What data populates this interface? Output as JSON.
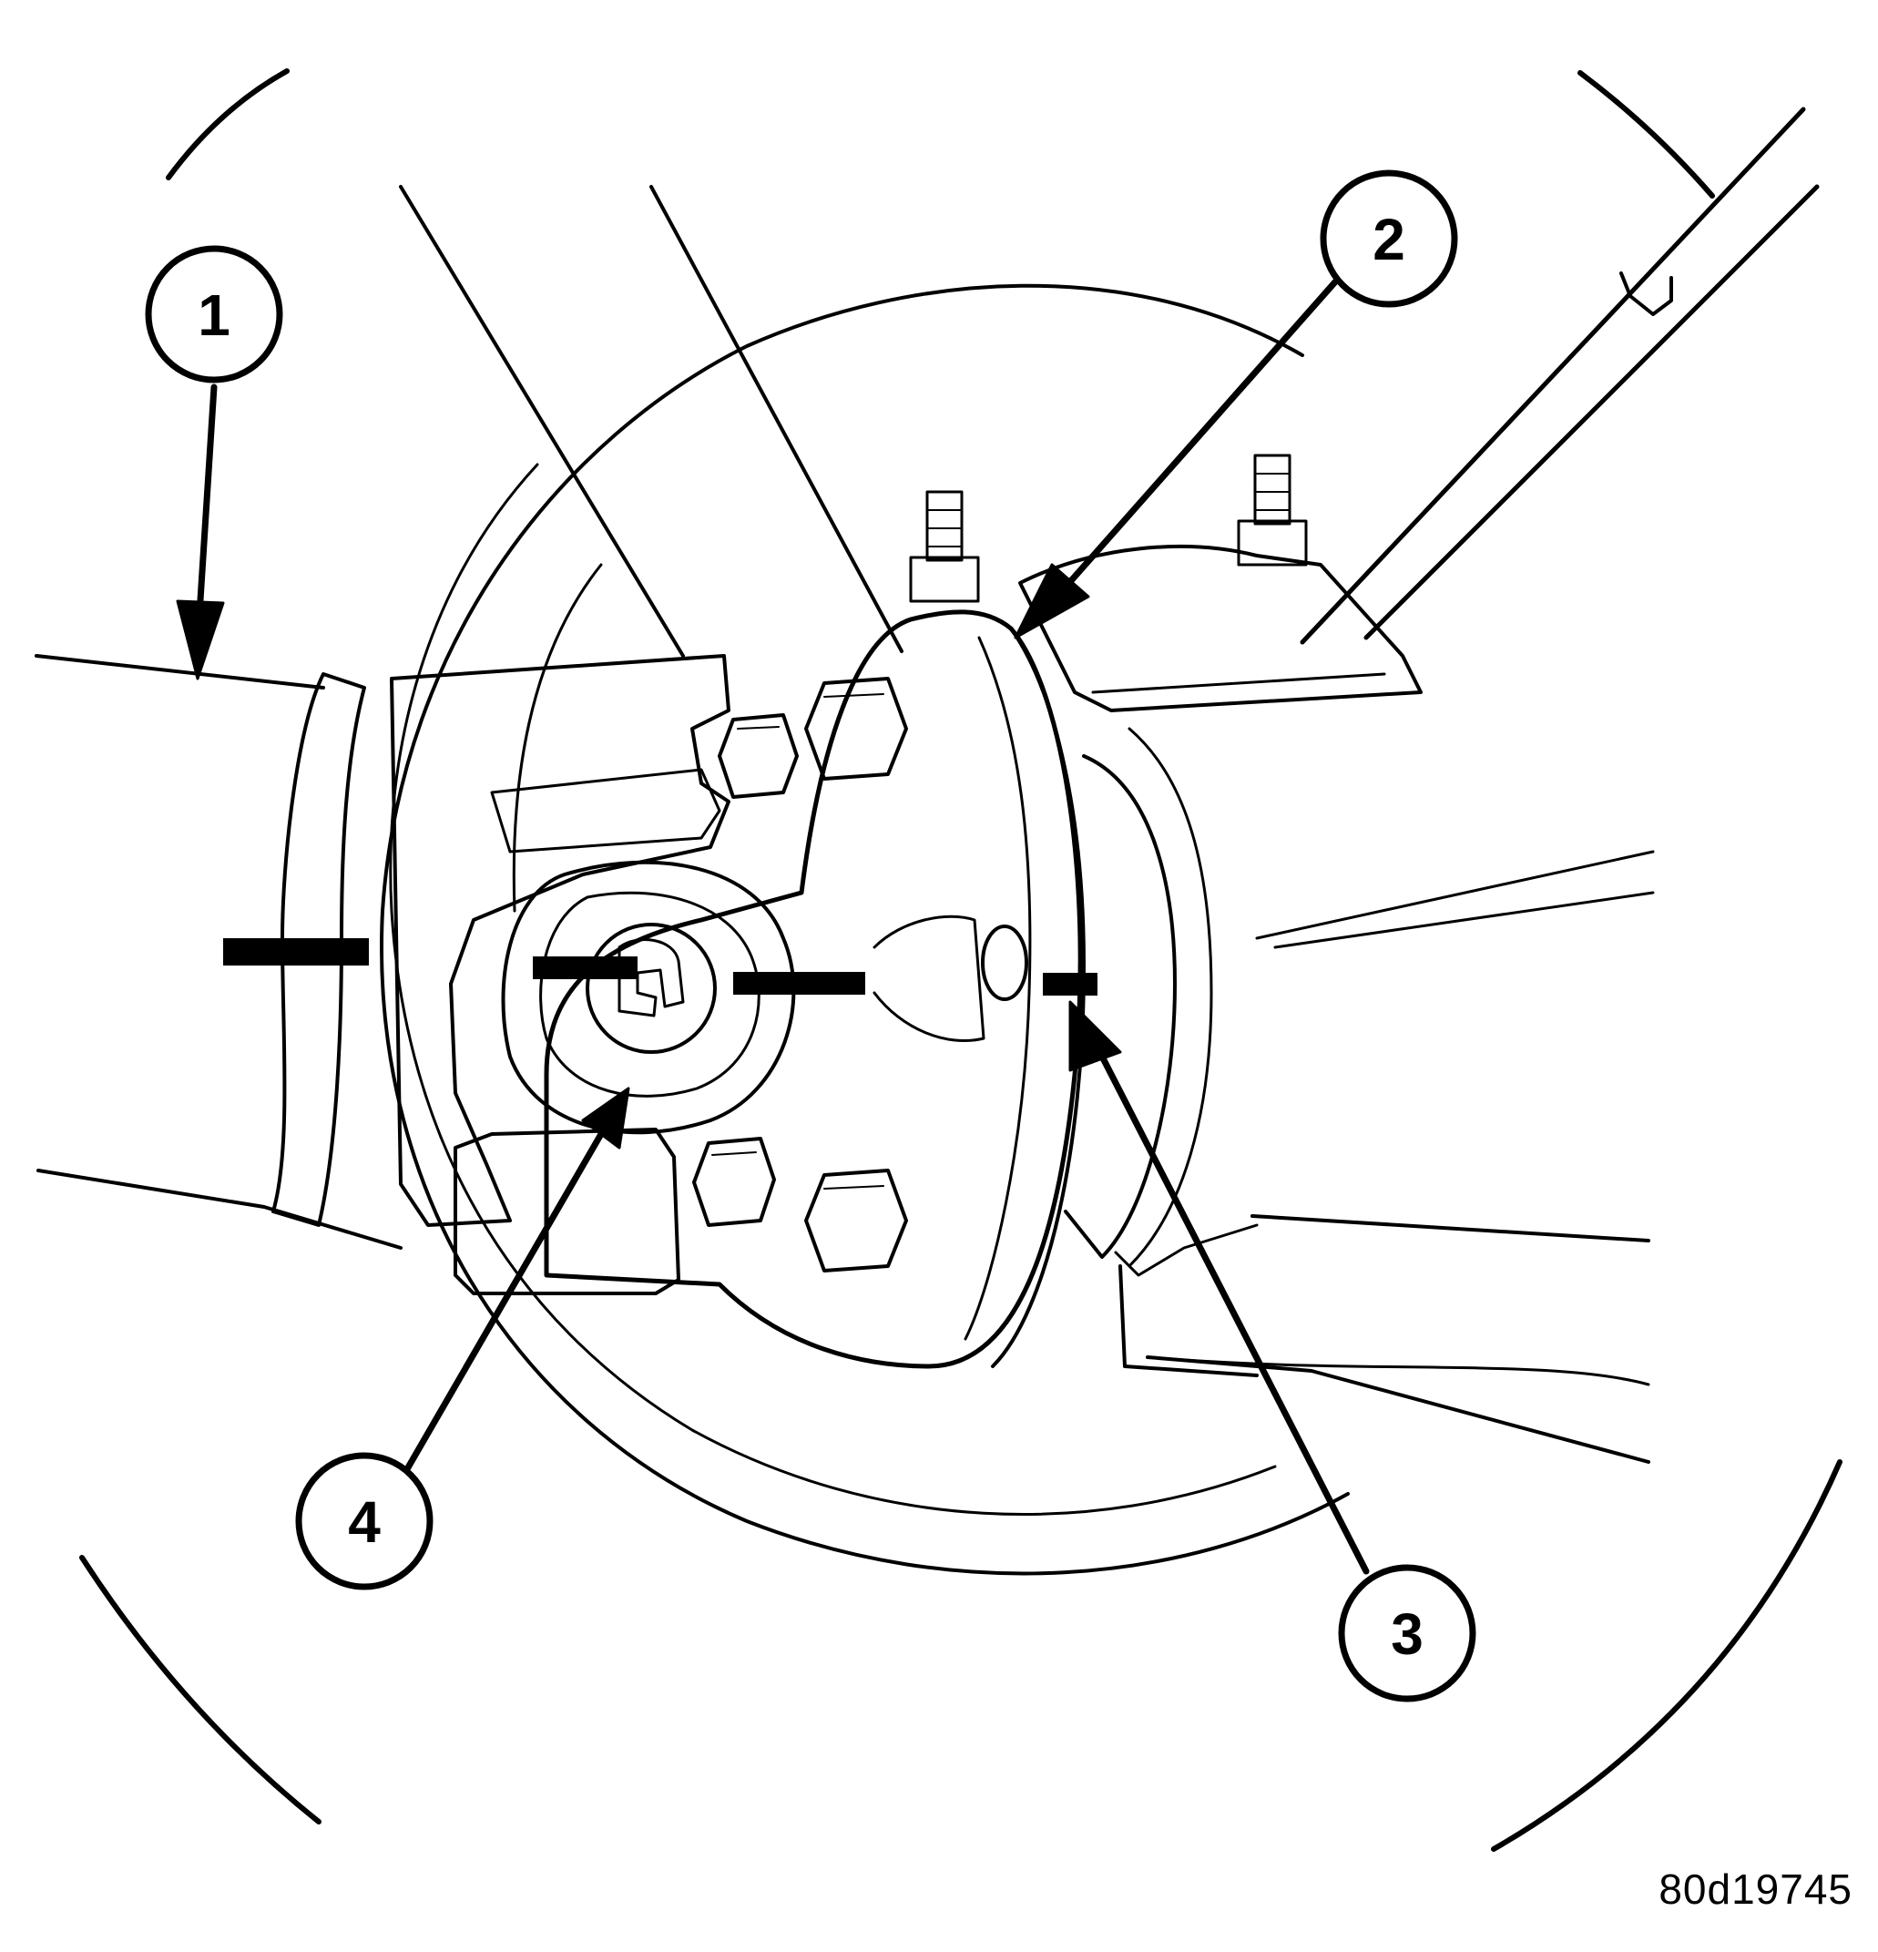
{
  "figure_id": "80d19745",
  "callouts": [
    {
      "number": "1"
    },
    {
      "number": "2"
    },
    {
      "number": "3"
    },
    {
      "number": "4"
    }
  ],
  "colors": {
    "ink": "#000000",
    "paper": "#ffffff"
  }
}
